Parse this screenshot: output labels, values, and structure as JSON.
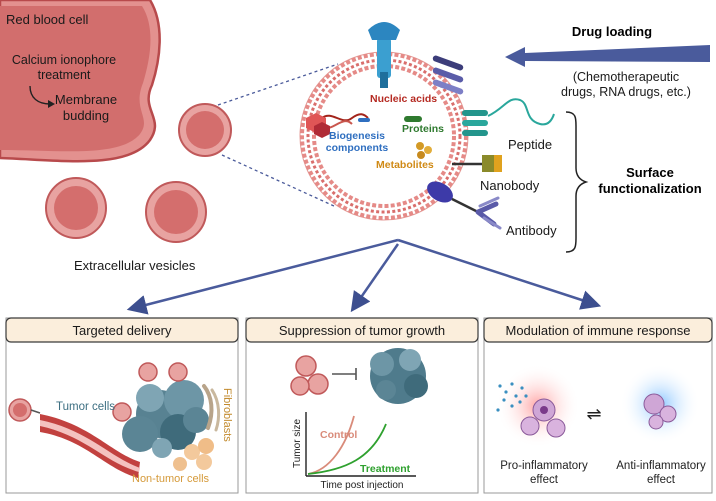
{
  "top": {
    "rbc_title": "Red blood cell",
    "rbc_step1": [
      "Calcium ionophore",
      "treatment"
    ],
    "rbc_step2": [
      "Membrane",
      "budding"
    ],
    "ev_label": "Extracellular vesicles",
    "cargo": {
      "nucleic_acids": "Nucleic acids",
      "proteins": "Proteins",
      "biogenesis": [
        "Biogenesis",
        "components"
      ],
      "metabolites": "Metabolites"
    },
    "ligands": {
      "peptide": "Peptide",
      "nanobody": "Nanobody",
      "antibody": "Antibody"
    },
    "drug_loading": {
      "title": "Drug loading",
      "desc": [
        "(Chemotherapeutic",
        "drugs, RNA drugs, etc.)"
      ]
    },
    "surface_functionalization": [
      "Surface",
      "functionalization"
    ]
  },
  "panels": {
    "targeted": {
      "title": "Targeted delivery",
      "tumor_cells": "Tumor cells",
      "fibroblasts": "Fibroblasts",
      "non_tumor_cells": "Non-tumor cells"
    },
    "suppression": {
      "title": "Suppression of tumor growth",
      "chart_ylabel": "Tumor size",
      "chart_xlabel": "Time post injection",
      "series_control": "Control",
      "series_treatment": "Treatment"
    },
    "immune": {
      "title": "Modulation of immune response",
      "pro": [
        "Pro-inflammatory",
        "effect"
      ],
      "anti": [
        "Anti-inflammatory",
        "effect"
      ]
    }
  },
  "colors": {
    "rbc": "#c9575a",
    "rbc_light": "#e49a98",
    "arrow_blue": "#3d4f8f",
    "panel_header": "#fbeedc",
    "tumor": "#4f7b8c",
    "control": "#d98b7a",
    "treatment": "#2fa12f"
  }
}
